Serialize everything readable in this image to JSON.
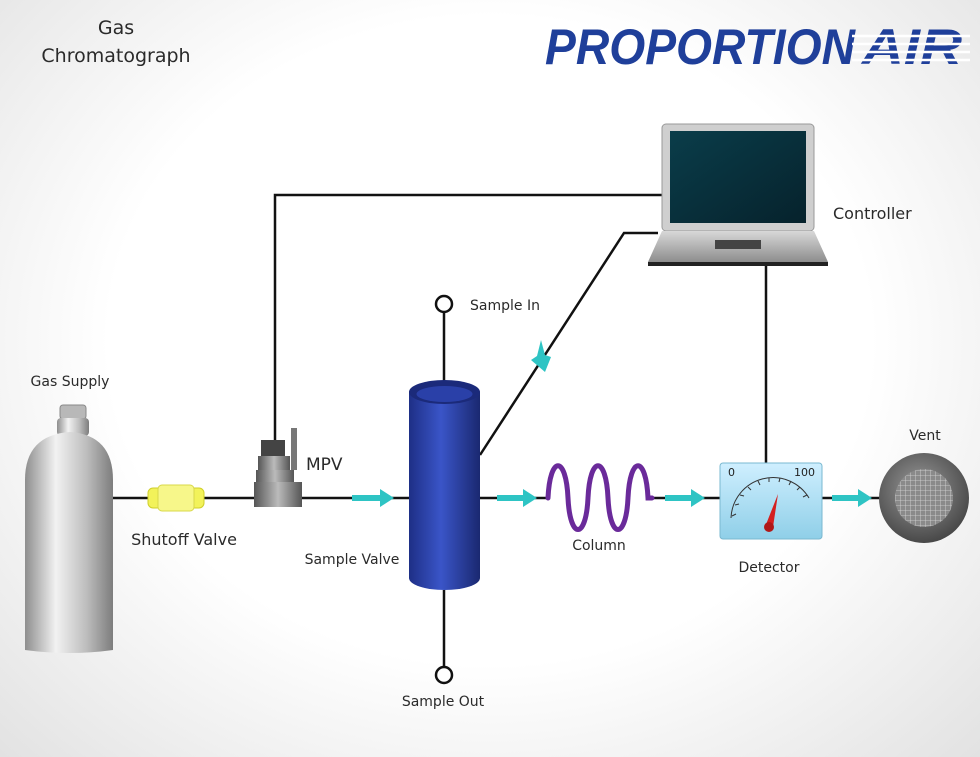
{
  "title_line1": "Gas",
  "title_line2": "Chromatograph",
  "logo_text": "PROPORTION",
  "logo_text_air": "AIR",
  "labels": {
    "gas_supply": "Gas Supply",
    "shutoff_valve": "Shutoff Valve",
    "mpv": "MPV",
    "sample_valve": "Sample Valve",
    "sample_in": "Sample In",
    "sample_out": "Sample Out",
    "column": "Column",
    "detector": "Detector",
    "vent": "Vent",
    "controller": "Controller"
  },
  "detector_scale": {
    "min": "0",
    "max": "100"
  },
  "colors": {
    "logo": "#1f3f9a",
    "sample_valve": "#2b3fa8",
    "column_coil": "#6a2a9a",
    "flow_arrow": "#2ec4c4",
    "shutoff_valve": "#f2f25a",
    "needle": "#d42020"
  }
}
